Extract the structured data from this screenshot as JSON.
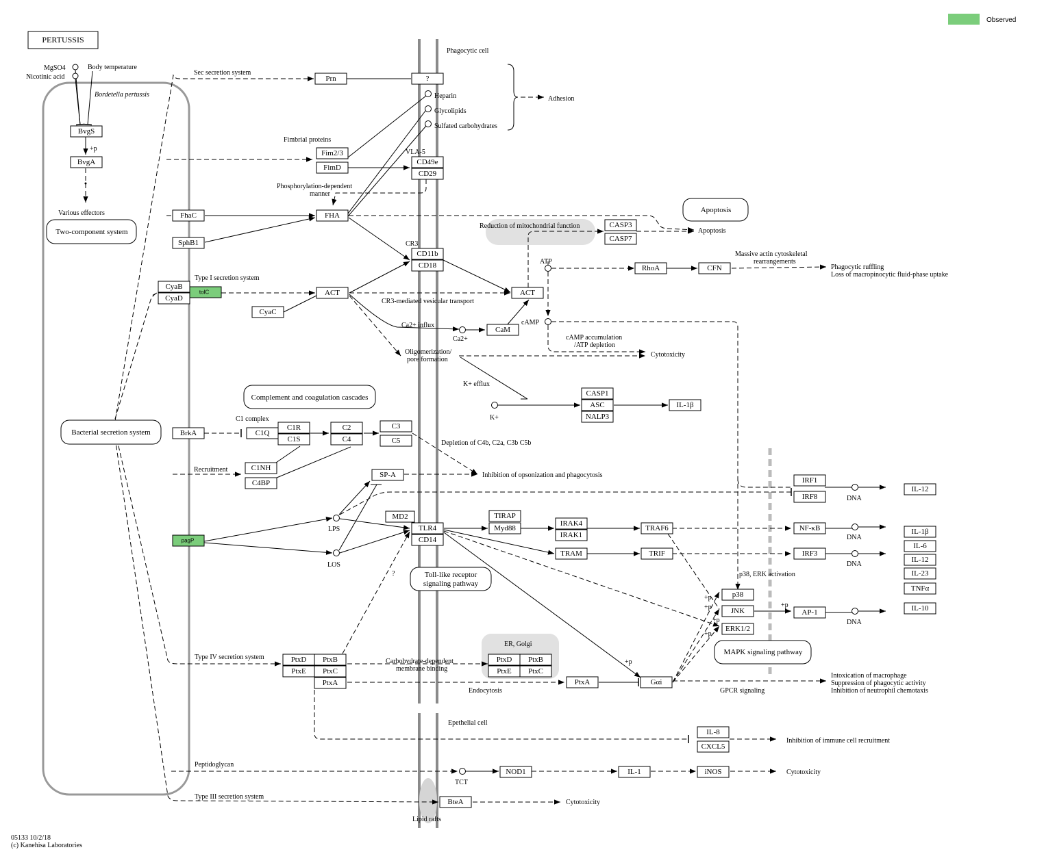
{
  "legend": {
    "label": "Observed",
    "color": "#7bcd7b"
  },
  "title": "PERTUSSIS",
  "footer": {
    "code": "05133 10/2/18",
    "copyright": "(c) Kanehisa Laboratories"
  },
  "labels": {
    "mgso4": "MgSO4",
    "nicotinic": "Nicotinic acid",
    "bodytemp": "Body temperature",
    "bordetella": "Bordetella pertussis",
    "plus_p": "+p",
    "various": "Various effectors",
    "sec": "Sec secretion system",
    "phagocytic": "Phagocytic cell",
    "heparin": "Heparin",
    "glycolipids": "Glycolipids",
    "sulfated": "Sulfated carbohydrates",
    "adhesion": "Adhesion",
    "fimbrial": "Fimbrial proteins",
    "vla5": "VLA-5",
    "phos1": "Phosphorylation-dependent",
    "phos2": "manner",
    "reduction": "Reduction of mitochondrial function",
    "apoptosis": "Apoptosis",
    "cr3": "CR3",
    "atp": "ATP",
    "massive1": "Massive actin cytoskeletal",
    "massive2": "rearrangements",
    "ruffling": "Phagocytic ruffling",
    "loss": "Loss of macropinocytic fluid-phase uptake",
    "type1": "Type I secretion system",
    "cr3med": "CR3-mediated vesicular transport",
    "ca_influx": "Ca2+ influx",
    "ca": "Ca2+",
    "camp": "cAMP",
    "campacc1": "cAMP accumulation",
    "campacc2": "/ATP depletion",
    "cytotox": "Cytotoxicity",
    "oligo1": "Oligomerization/",
    "oligo2": "pore formation",
    "kefflux": "K+ efflux",
    "kplus": "K+",
    "c1complex": "C1 complex",
    "depletion": "Depletion of C4b, C2a, C3b C5b",
    "recruitment": "Recruitment",
    "inhibition_ops": "Inhibition of opsonization and phagocytosis",
    "dna": "DNA",
    "lps": "LPS",
    "los": "LOS",
    "q": "?",
    "p38erk": "p38, ERK activation",
    "type4": "Type IV secretion system",
    "carbo1": "Carbohydrate-dependent",
    "carbo2": "membrane binding",
    "er": "ER, Golgi",
    "endo": "Endocytosis",
    "gpcr": "GPCR signaling",
    "intox1": "Intoxication of macrophage",
    "intox2": "Suppression of phagocytic activity",
    "intox3": "Inhibition of neutrophil chemotaxis",
    "epithelial": "Epethelial cell",
    "inhib_immune": "Inhibition of immune cell recruitment",
    "peptidoglycan": "Peptidoglycan",
    "tct": "TCT",
    "type3": "Type III secretion system",
    "lipid": "Lipid rafts"
  },
  "rounded": {
    "twocomp": "Two-component system",
    "bacsec": "Bacterial secretion system",
    "complement": "Complement and coagulation cascades",
    "apoptosis": "Apoptosis",
    "tlr1": "Toll-like receptor",
    "tlr2": "signaling pathway",
    "mapk": "MAPK signaling pathway"
  },
  "genes": {
    "bvgs": "BvgS",
    "bvga": "BvgA",
    "prn": "Prn",
    "q": "?",
    "fim23": "Fim2/3",
    "fimd": "FimD",
    "cd49e": "CD49e",
    "cd29": "CD29",
    "fhac": "FhaC",
    "fha": "FHA",
    "sphb1": "SphB1",
    "casp3": "CASP3",
    "casp7": "CASP7",
    "cd11b": "CD11b",
    "cd18": "CD18",
    "rhoa": "RhoA",
    "cfn": "CFN",
    "cyab": "CyaB",
    "cyad": "CyaD",
    "tolc": "tolC",
    "act1": "ACT",
    "act2": "ACT",
    "cyac": "CyaC",
    "cam": "CaM",
    "casp1": "CASP1",
    "asc": "ASC",
    "nalp3": "NALP3",
    "il1b_top": "IL-1β",
    "brka": "BrkA",
    "c1q": "C1Q",
    "c1r": "C1R",
    "c1s": "C1S",
    "c2": "C2",
    "c4": "C4",
    "c3": "C3",
    "c5": "C5",
    "c1nh": "C1NH",
    "c4bp": "C4BP",
    "spa": "SP-A",
    "irf1": "IRF1",
    "irf8": "IRF8",
    "il12a": "IL-12",
    "md2": "MD2",
    "tlr4": "TLR4",
    "cd14": "CD14",
    "tirap": "TIRAP",
    "myd88": "Myd88",
    "irak4": "IRAK4",
    "irak1": "IRAK1",
    "traf6": "TRAF6",
    "nfkb": "NF-κB",
    "il1b": "IL-1β",
    "il6": "IL-6",
    "il12b": "IL-12",
    "il23": "IL-23",
    "tnfa": "TNFα",
    "pagp": "pagP",
    "tram": "TRAM",
    "trif": "TRIF",
    "irf3": "IRF3",
    "p38": "p38",
    "jnk": "JNK",
    "erk": "ERK1/2",
    "ap1": "AP-1",
    "il10": "IL-10",
    "ptxd": "PtxD",
    "ptxb": "PtxB",
    "ptxe": "PtxE",
    "ptxc": "PtxC",
    "ptxa": "PtxA",
    "ptxd2": "PtxD",
    "ptxb2": "PtxB",
    "ptxe2": "PtxE",
    "ptxc2": "PtxC",
    "ptxa2": "PtxA",
    "gai": "Gαi",
    "il8": "IL-8",
    "cxcl5": "CXCL5",
    "nod1": "NOD1",
    "il1": "IL-1",
    "inos": "iNOS",
    "btea": "BteA"
  }
}
